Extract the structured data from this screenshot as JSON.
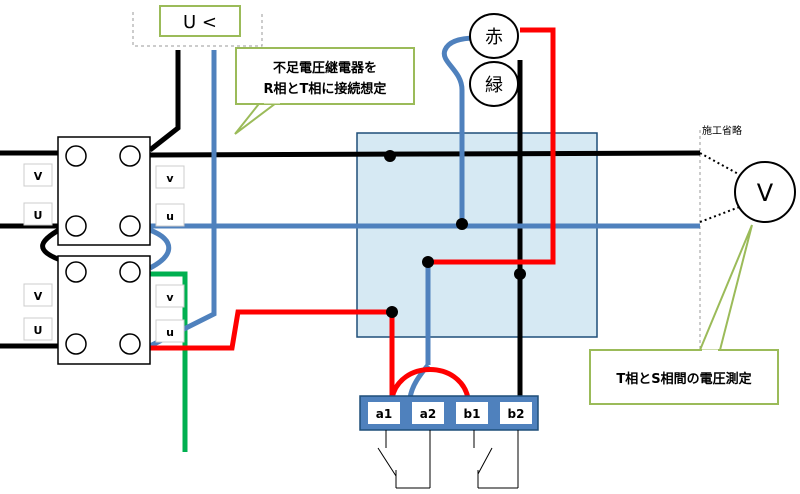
{
  "relay_label": "U <",
  "callout_top": {
    "line1": "不足電圧継電器を",
    "line2": "R相とT相に接続想定"
  },
  "callout_bottom": "T相とS相間の電圧測定",
  "omitted_label": "施工省略",
  "lamp_red": "赤",
  "lamp_green": "緑",
  "voltmeter": "V",
  "transformer_terminals": {
    "upper_left_top": "V",
    "upper_left_bottom": "U",
    "upper_right_top": "v",
    "upper_right_bottom": "u",
    "lower_left_top": "V",
    "lower_left_bottom": "U",
    "lower_right_top": "v",
    "lower_right_bottom": "u"
  },
  "terminal_block": [
    "a1",
    "a2",
    "b1",
    "b2"
  ],
  "colors": {
    "black_wire": "#000000",
    "blue_wire": "#4f81bd",
    "red_wire": "#ff0000",
    "green_wire": "#00b050",
    "box_fill": "#d6e9f3",
    "box_border": "#1f4e79",
    "callout_border": "#9bbb59",
    "terminal_fill": "#4f81bd"
  }
}
